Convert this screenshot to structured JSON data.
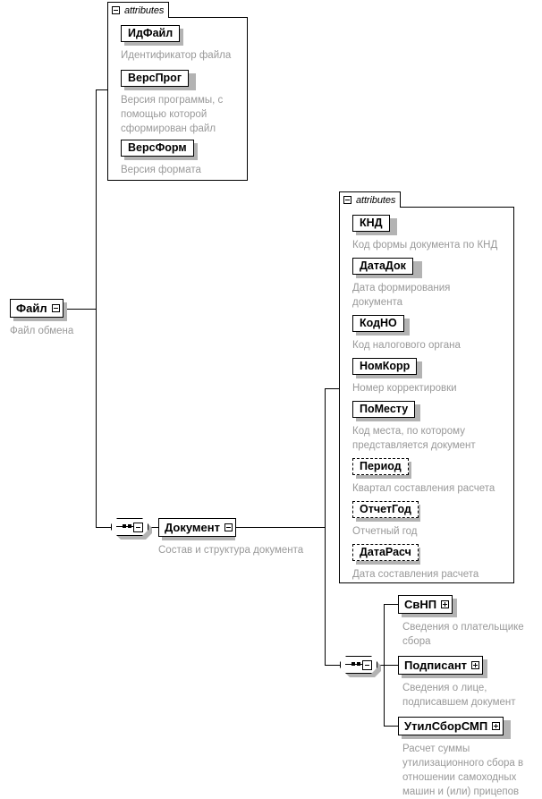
{
  "diagram": {
    "title": "XSD schema tree",
    "colors": {
      "line": "#000000",
      "box_border": "#000000",
      "shadow": "#b3b3b3",
      "description_text": "#999999",
      "background": "#ffffff"
    }
  },
  "root": {
    "name": "Файл",
    "description": "Файл обмена",
    "toggle": "minus"
  },
  "root_attributes": {
    "tab_label": "attributes",
    "toggle": "minus",
    "items": [
      {
        "name": "ИдФайл",
        "description": "Идентификатор файла",
        "optional": false
      },
      {
        "name": "ВерсПрог",
        "description": "Версия программы, с\nпомощью которой\nсформирован файл",
        "optional": false
      },
      {
        "name": "ВерсФорм",
        "description": "Версия формата",
        "optional": false
      }
    ]
  },
  "document": {
    "name": "Документ",
    "description": "Состав и структура документа",
    "toggle": "minus"
  },
  "document_attributes": {
    "tab_label": "attributes",
    "toggle": "minus",
    "items": [
      {
        "name": "КНД",
        "description": "Код формы документа по КНД",
        "optional": false
      },
      {
        "name": "ДатаДок",
        "description": "Дата формирования\nдокумента",
        "optional": false
      },
      {
        "name": "КодНО",
        "description": "Код налогового органа",
        "optional": false
      },
      {
        "name": "НомКорр",
        "description": "Номер корректировки",
        "optional": false
      },
      {
        "name": "ПоМесту",
        "description": "Код места, по которому\nпредставляется документ",
        "optional": false
      },
      {
        "name": "Период",
        "description": "Квартал составления расчета",
        "optional": true
      },
      {
        "name": "ОтчетГод",
        "description": "Отчетный год",
        "optional": true
      },
      {
        "name": "ДатаРасч",
        "description": "Дата составления расчета",
        "optional": true
      }
    ]
  },
  "document_children": [
    {
      "name": "СвНП",
      "description": "Сведения о плательщике\nсбора",
      "toggle": "plus"
    },
    {
      "name": "Подписант",
      "description": "Сведения о лице,\nподписавшем документ",
      "toggle": "plus"
    },
    {
      "name": "УтилСборСМП",
      "description": "Расчет суммы\nутилизационного сбора в\nотношении самоходных\nмашин и (или) прицепов",
      "toggle": "plus"
    }
  ]
}
